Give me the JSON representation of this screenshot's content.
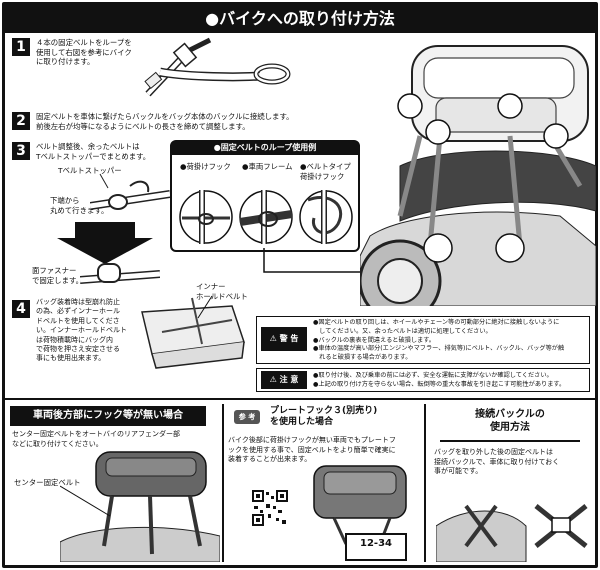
{
  "title": "●バイクへの取り付け方法",
  "steps": [
    {
      "num": "1",
      "lines": [
        "４本の固定ベルトをループを",
        "使用して右図を参考にバイク",
        "に取り付けます。"
      ]
    },
    {
      "num": "2",
      "lines": [
        "固定ベルトを車体に繋げたらバックルをバッグ本体のバックルに接続します。",
        "前後左右が均等になるようにベルトの長さを締めて調整します。"
      ]
    },
    {
      "num": "3",
      "lines": [
        "ベルト調整後、余ったベルトは",
        "Tベルトストッパーでまとめます。"
      ]
    },
    {
      "num": "4",
      "lines": [
        "バッグ装着時は型崩れ防止",
        "の為、必ずインナーホール",
        "ドベルトを使用してくださ",
        "い。インナーホールドベルト",
        "は荷物積載時にバッグ内",
        "で荷物を押さえ安定させる",
        "事にも使用出来ます。"
      ]
    }
  ],
  "step3_labels": {
    "stopper": "Tベルトストッパー",
    "roll_1": "下端から",
    "roll_2": "丸めて行きます。",
    "fastener_1": "面ファスナー",
    "fastener_2": "で固定します。"
  },
  "step4_label": {
    "line1": "インナー",
    "line2": "ホールドベルト"
  },
  "loop_box": {
    "heading": "●固定ベルトのループ使用例",
    "items": [
      {
        "label": "●荷掛けフック"
      },
      {
        "label": "●車両フレーム"
      },
      {
        "label": "●ベルトタイプ",
        "label2": "荷掛けフック"
      }
    ]
  },
  "warning": {
    "badge": "⚠ 警 告",
    "lines": [
      "●固定ベルトの取り回しは、ホイールやチェーン等の可動部分に絶対に接触しないように",
      "　してください。又、余ったベルトは適切に処理してください。",
      "●バックルの裏表を間違えると破損します。",
      "●車体の温度が高い部分(エンジンやマフラー、排気等)にベルト、バックル、バッグ等が触",
      "　れると破損する場合があります。"
    ]
  },
  "caution": {
    "badge": "⚠ 注 意",
    "lines": [
      "●取り付け後、及び乗車の前には必ず、安全な運転に支障がないか確認してください。",
      "●上記の取り付け方を守らない場合、転倒等の重大な事故を引き起こす可能性があります。"
    ]
  },
  "bottom_left": {
    "bar": "車両後方部にフック等が無い場合",
    "lines": [
      "センター固定ベルトをオートバイのリアフェンダー部",
      "などに取り付けてください。"
    ],
    "label": "センター固定ベルト"
  },
  "bottom_mid": {
    "ref": "参 考",
    "head1": "プレートフック３(別売り)",
    "head2": "を使用した場合",
    "lines": [
      "バイク後部に荷掛けフックが無い車両でもプレートフ",
      "ックを使用する事で、固定ベルトをより簡単で確実に",
      "装着することが出来ます。"
    ],
    "plate": "12-34"
  },
  "bottom_right": {
    "head1": "接続バックルの",
    "head2": "使用方法",
    "lines": [
      "バッグを取り外した後の固定ベルトは",
      "接続バックルで、車体に取り付けておく",
      "事が可能です。"
    ]
  }
}
